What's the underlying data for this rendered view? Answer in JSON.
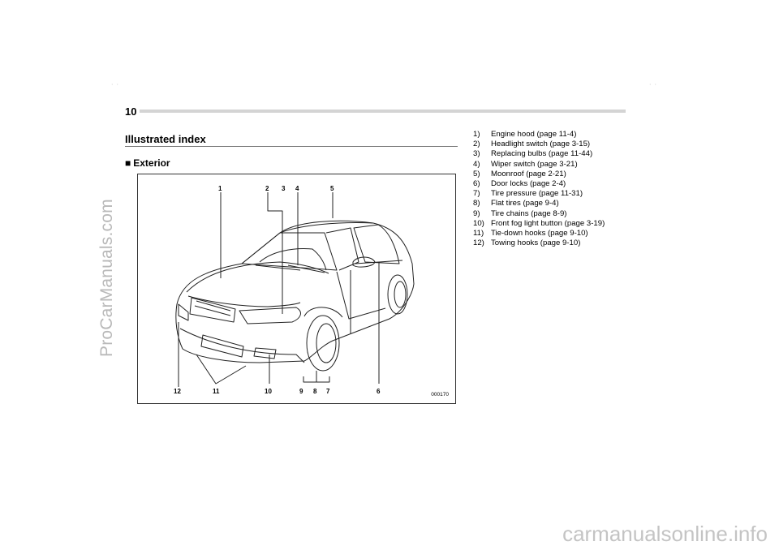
{
  "page": {
    "number": "10",
    "section_title": "Illustrated index",
    "subsection_marker": "■",
    "subsection_title": "Exterior"
  },
  "figure": {
    "code": "000170",
    "callouts": {
      "c1": "1",
      "c2": "2",
      "c3": "3",
      "c4": "4",
      "c5": "5",
      "c6": "6",
      "c7": "7",
      "c8": "8",
      "c9": "9",
      "c10": "10",
      "c11": "11",
      "c12": "12"
    }
  },
  "index": [
    {
      "num": "1)",
      "text": "Engine hood (page 11-4)"
    },
    {
      "num": "2)",
      "text": "Headlight switch (page 3-15)"
    },
    {
      "num": "3)",
      "text": "Replacing bulbs (page 11-44)"
    },
    {
      "num": "4)",
      "text": "Wiper switch (page 3-21)"
    },
    {
      "num": "5)",
      "text": "Moonroof (page 2-21)"
    },
    {
      "num": "6)",
      "text": "Door locks (page 2-4)"
    },
    {
      "num": "7)",
      "text": "Tire pressure (page 11-31)"
    },
    {
      "num": "8)",
      "text": "Flat tires (page 9-4)"
    },
    {
      "num": "9)",
      "text": "Tire chains (page 8-9)"
    },
    {
      "num": "10)",
      "text": "Front fog light button (page 3-19)"
    },
    {
      "num": "11)",
      "text": "Tie-down hooks (page 9-10)"
    },
    {
      "num": "12)",
      "text": "Towing hooks (page 9-10)"
    }
  ],
  "watermarks": {
    "side": "ProCarManuals.com",
    "bottom": "carmanualsonline.info"
  }
}
